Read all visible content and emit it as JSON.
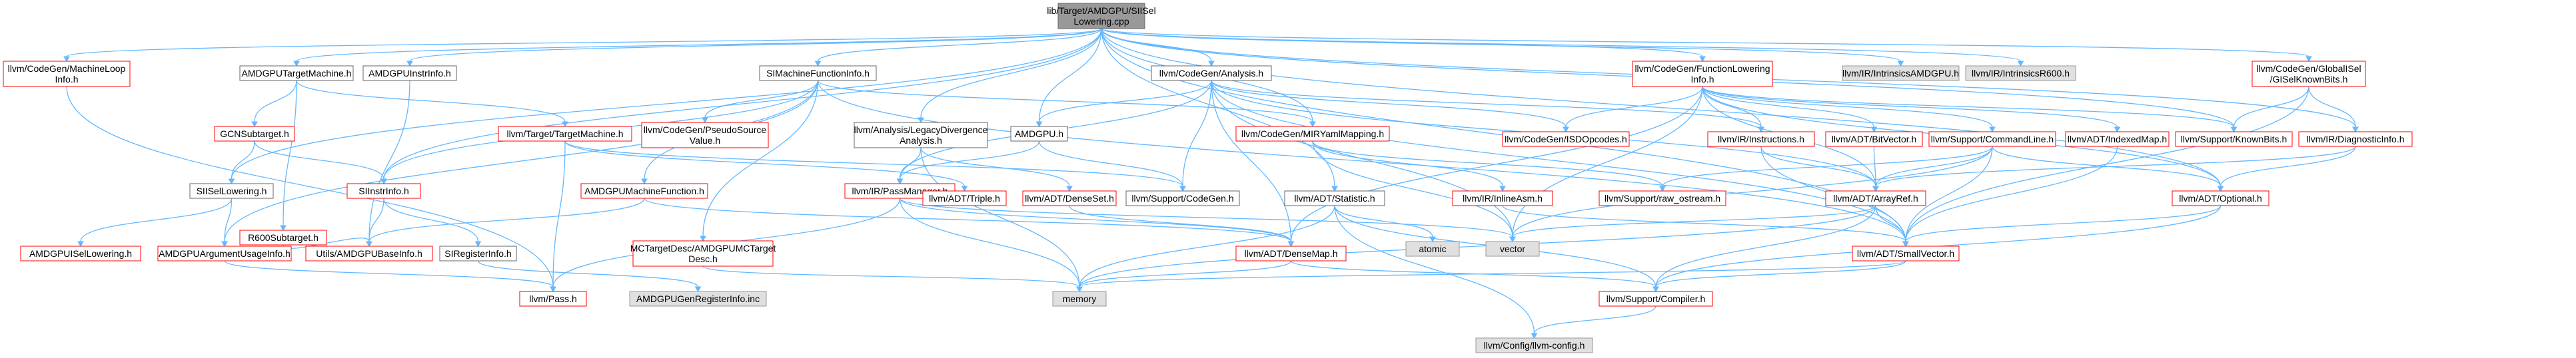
{
  "colors": {
    "edge": "#63b8ff",
    "root_fill": "#999999",
    "root_border": "#666666",
    "normal_border": "#666666",
    "normal_fill": "#ffffff",
    "red_border": "#ff0000",
    "gray_fill": "#e0e0e0",
    "gray_border": "#999999"
  },
  "nodes": [
    {
      "id": "root",
      "lines": [
        "lib/Target/AMDGPU/SIISel",
        "Lowering.cpp"
      ],
      "style": "root"
    },
    {
      "id": "mli",
      "lines": [
        "llvm/CodeGen/MachineLoop",
        "Info.h"
      ],
      "style": "red"
    },
    {
      "id": "amdgputm",
      "lines": [
        "AMDGPUTargetMachine.h"
      ],
      "style": "normal"
    },
    {
      "id": "amdgpuii",
      "lines": [
        "AMDGPUInstrInfo.h"
      ],
      "style": "normal"
    },
    {
      "id": "simfi",
      "lines": [
        "SIMachineFunctionInfo.h"
      ],
      "style": "normal"
    },
    {
      "id": "cga",
      "lines": [
        "llvm/CodeGen/Analysis.h"
      ],
      "style": "normal"
    },
    {
      "id": "cgfli",
      "lines": [
        "llvm/CodeGen/FunctionLowering",
        "Info.h"
      ],
      "style": "red"
    },
    {
      "id": "intramd",
      "lines": [
        "llvm/IR/IntrinsicsAMDGPU.h"
      ],
      "style": "gray"
    },
    {
      "id": "intrr6",
      "lines": [
        "llvm/IR/IntrinsicsR600.h"
      ],
      "style": "gray"
    },
    {
      "id": "gikb",
      "lines": [
        "llvm/CodeGen/GlobalISel",
        "/GISelKnownBits.h"
      ],
      "style": "red"
    },
    {
      "id": "gcnsub",
      "lines": [
        "GCNSubtarget.h"
      ],
      "style": "red"
    },
    {
      "id": "ttm",
      "lines": [
        "llvm/Target/TargetMachine.h"
      ],
      "style": "red"
    },
    {
      "id": "cgpsv",
      "lines": [
        "llvm/CodeGen/PseudoSource",
        "Value.h"
      ],
      "style": "red"
    },
    {
      "id": "alda",
      "lines": [
        "llvm/Analysis/LegacyDivergence",
        "Analysis.h"
      ],
      "style": "normal"
    },
    {
      "id": "amdgpuh",
      "lines": [
        "AMDGPU.h"
      ],
      "style": "normal"
    },
    {
      "id": "cgmirym",
      "lines": [
        "llvm/CodeGen/MIRYamlMapping.h"
      ],
      "style": "red"
    },
    {
      "id": "cgisdop",
      "lines": [
        "llvm/CodeGen/ISDOpcodes.h"
      ],
      "style": "red"
    },
    {
      "id": "irinstr",
      "lines": [
        "llvm/IR/Instructions.h"
      ],
      "style": "red"
    },
    {
      "id": "adtbv",
      "lines": [
        "llvm/ADT/BitVector.h"
      ],
      "style": "red"
    },
    {
      "id": "supcl",
      "lines": [
        "llvm/Support/CommandLine.h"
      ],
      "style": "red"
    },
    {
      "id": "adtim",
      "lines": [
        "llvm/ADT/IndexedMap.h"
      ],
      "style": "red"
    },
    {
      "id": "supkb",
      "lines": [
        "llvm/Support/KnownBits.h"
      ],
      "style": "red"
    },
    {
      "id": "irdi",
      "lines": [
        "llvm/IR/DiagnosticInfo.h"
      ],
      "style": "red"
    },
    {
      "id": "siisellow",
      "lines": [
        "SIISelLowering.h"
      ],
      "style": "normal"
    },
    {
      "id": "r600sub",
      "lines": [
        "R600Subtarget.h"
      ],
      "style": "red"
    },
    {
      "id": "siinstr",
      "lines": [
        "SIInstrInfo.h"
      ],
      "style": "red"
    },
    {
      "id": "amdgpumf",
      "lines": [
        "AMDGPUMachineFunction.h"
      ],
      "style": "red"
    },
    {
      "id": "irpm",
      "lines": [
        "llvm/IR/PassManager.h"
      ],
      "style": "red"
    },
    {
      "id": "adttriple",
      "lines": [
        "llvm/ADT/Triple.h"
      ],
      "style": "red"
    },
    {
      "id": "adtds",
      "lines": [
        "llvm/ADT/DenseSet.h"
      ],
      "style": "red"
    },
    {
      "id": "supcg",
      "lines": [
        "llvm/Support/CodeGen.h"
      ],
      "style": "normal"
    },
    {
      "id": "adtstat",
      "lines": [
        "llvm/ADT/Statistic.h"
      ],
      "style": "normal"
    },
    {
      "id": "irinasm",
      "lines": [
        "llvm/IR/InlineAsm.h"
      ],
      "style": "red"
    },
    {
      "id": "suprawos",
      "lines": [
        "llvm/Support/raw_ostream.h"
      ],
      "style": "red"
    },
    {
      "id": "adtar",
      "lines": [
        "llvm/ADT/ArrayRef.h"
      ],
      "style": "red"
    },
    {
      "id": "adtopt",
      "lines": [
        "llvm/ADT/Optional.h"
      ],
      "style": "red"
    },
    {
      "id": "amdgpuisl",
      "lines": [
        "AMDGPUISelLowering.h"
      ],
      "style": "red"
    },
    {
      "id": "amdgpuaui",
      "lines": [
        "AMDGPUArgumentUsageInfo.h"
      ],
      "style": "red"
    },
    {
      "id": "utilsbase",
      "lines": [
        "Utils/AMDGPUBaseInfo.h"
      ],
      "style": "red"
    },
    {
      "id": "siri",
      "lines": [
        "SIRegisterInfo.h"
      ],
      "style": "normal"
    },
    {
      "id": "mctd",
      "lines": [
        "MCTargetDesc/AMDGPUMCTarget",
        "Desc.h"
      ],
      "style": "red"
    },
    {
      "id": "atomic",
      "lines": [
        "atomic"
      ],
      "style": "gray"
    },
    {
      "id": "vector",
      "lines": [
        "vector"
      ],
      "style": "gray"
    },
    {
      "id": "adtdm",
      "lines": [
        "llvm/ADT/DenseMap.h"
      ],
      "style": "red"
    },
    {
      "id": "adtsv",
      "lines": [
        "llvm/ADT/SmallVector.h"
      ],
      "style": "red"
    },
    {
      "id": "llvmpass",
      "lines": [
        "llvm/Pass.h"
      ],
      "style": "red"
    },
    {
      "id": "amdgpugri",
      "lines": [
        "AMDGPUGenRegisterInfo.inc"
      ],
      "style": "gray"
    },
    {
      "id": "memory",
      "lines": [
        "memory"
      ],
      "style": "gray"
    },
    {
      "id": "supcomp",
      "lines": [
        "llvm/Support/Compiler.h"
      ],
      "style": "red"
    },
    {
      "id": "llvmcfg",
      "lines": [
        "llvm/Config/llvm-config.h"
      ],
      "style": "gray"
    }
  ],
  "edges": [
    [
      "root",
      "mli"
    ],
    [
      "root",
      "amdgputm"
    ],
    [
      "root",
      "amdgpuii"
    ],
    [
      "root",
      "simfi"
    ],
    [
      "root",
      "cga"
    ],
    [
      "root",
      "cgfli"
    ],
    [
      "root",
      "intramd"
    ],
    [
      "root",
      "intrr6"
    ],
    [
      "root",
      "gikb"
    ],
    [
      "root",
      "siisellow"
    ],
    [
      "root",
      "siinstr"
    ],
    [
      "root",
      "alda"
    ],
    [
      "root",
      "amdgpuh"
    ],
    [
      "root",
      "adtstat"
    ],
    [
      "root",
      "supkb"
    ],
    [
      "root",
      "irdi"
    ],
    [
      "root",
      "adtopt"
    ],
    [
      "root",
      "adtsv"
    ],
    [
      "root",
      "cgmirym"
    ],
    [
      "mli",
      "llvmpass"
    ],
    [
      "amdgputm",
      "gcnsub"
    ],
    [
      "amdgputm",
      "r600sub"
    ],
    [
      "amdgputm",
      "ttm"
    ],
    [
      "amdgpuii",
      "utilsbase"
    ],
    [
      "simfi",
      "amdgpuaui"
    ],
    [
      "simfi",
      "siinstr"
    ],
    [
      "simfi",
      "cgpsv"
    ],
    [
      "simfi",
      "cgmirym"
    ],
    [
      "simfi",
      "amdgpumf"
    ],
    [
      "simfi",
      "mctd"
    ],
    [
      "simfi",
      "adtsv"
    ],
    [
      "cga",
      "amdgpuh"
    ],
    [
      "cga",
      "supcg"
    ],
    [
      "cga",
      "adtdm"
    ],
    [
      "cga",
      "irinstr"
    ],
    [
      "cga",
      "adtar"
    ],
    [
      "cga",
      "adtsv"
    ],
    [
      "cga",
      "cgisdop"
    ],
    [
      "cga",
      "irpm"
    ],
    [
      "cga",
      "vector"
    ],
    [
      "cgfli",
      "cgisdop"
    ],
    [
      "cgfli",
      "irinstr"
    ],
    [
      "cgfli",
      "adtbv"
    ],
    [
      "cgfli",
      "supcl"
    ],
    [
      "cgfli",
      "adtim"
    ],
    [
      "cgfli",
      "supkb"
    ],
    [
      "cgfli",
      "adtopt"
    ],
    [
      "cgfli",
      "adtdm"
    ],
    [
      "cgfli",
      "vector"
    ],
    [
      "cgfli",
      "adtar"
    ],
    [
      "gikb",
      "supkb"
    ],
    [
      "gikb",
      "adtsv"
    ],
    [
      "gikb",
      "irdi"
    ],
    [
      "gcnsub",
      "siisellow"
    ],
    [
      "gcnsub",
      "siinstr"
    ],
    [
      "ttm",
      "supcg"
    ],
    [
      "ttm",
      "llvmpass"
    ],
    [
      "ttm",
      "adttriple"
    ],
    [
      "alda",
      "irpm"
    ],
    [
      "alda",
      "adtds"
    ],
    [
      "alda",
      "memory"
    ],
    [
      "amdgpuh",
      "irpm"
    ],
    [
      "amdgpuh",
      "supcg"
    ],
    [
      "cgmirym",
      "suprawos"
    ],
    [
      "cgmirym",
      "irinasm"
    ],
    [
      "cgmirym",
      "vector"
    ],
    [
      "irinstr",
      "adtar"
    ],
    [
      "irinstr",
      "adtsv"
    ],
    [
      "adtbv",
      "adtar"
    ],
    [
      "supcl",
      "adtar"
    ],
    [
      "supcl",
      "adtsv"
    ],
    [
      "supcl",
      "adtopt"
    ],
    [
      "supcl",
      "suprawos"
    ],
    [
      "supcl",
      "vector"
    ],
    [
      "adtim",
      "adtsv"
    ],
    [
      "irdi",
      "adtopt"
    ],
    [
      "irdi",
      "adtar"
    ],
    [
      "siisellow",
      "amdgpuisl"
    ],
    [
      "siisellow",
      "amdgpuaui"
    ],
    [
      "r600sub",
      "utilsbase"
    ],
    [
      "siinstr",
      "utilsbase"
    ],
    [
      "siinstr",
      "siri"
    ],
    [
      "amdgpumf",
      "adtdm"
    ],
    [
      "amdgpumf",
      "utilsbase"
    ],
    [
      "irpm",
      "adtdm"
    ],
    [
      "irpm",
      "llvmpass"
    ],
    [
      "irpm",
      "vector"
    ],
    [
      "irpm",
      "memory"
    ],
    [
      "adtds",
      "adtdm"
    ],
    [
      "adtstat",
      "atomic"
    ],
    [
      "adtstat",
      "memory"
    ],
    [
      "adtstat",
      "supcomp"
    ],
    [
      "adtstat",
      "llvmcfg"
    ],
    [
      "irinasm",
      "adtsv"
    ],
    [
      "adtar",
      "vector"
    ],
    [
      "adtar",
      "adtsv"
    ],
    [
      "adtar",
      "supcomp"
    ],
    [
      "adtar",
      "memory"
    ],
    [
      "adtopt",
      "supcomp"
    ],
    [
      "adtopt",
      "adtsv"
    ],
    [
      "amdgpuaui",
      "llvmpass"
    ],
    [
      "siri",
      "amdgpugri"
    ],
    [
      "mctd",
      "memory"
    ],
    [
      "adtdm",
      "supcomp"
    ],
    [
      "adtdm",
      "memory"
    ],
    [
      "adtsv",
      "supcomp"
    ],
    [
      "adtsv",
      "memory"
    ],
    [
      "supcomp",
      "llvmcfg"
    ]
  ]
}
